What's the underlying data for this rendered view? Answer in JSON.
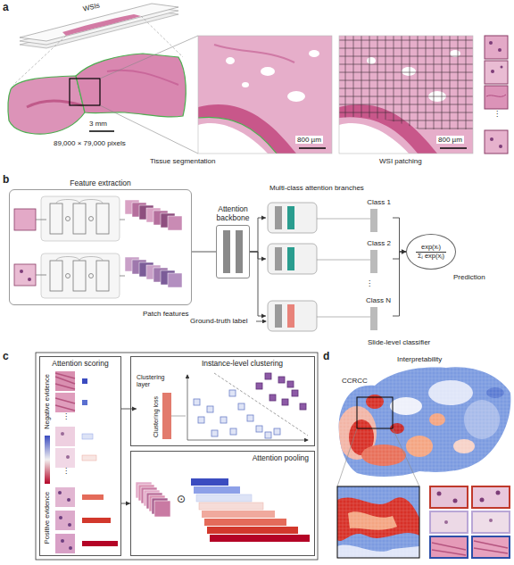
{
  "diagram": {
    "nodes": [
      {
        "text": [
          "Feature extraction"
        ]
      },
      {
        "text": [
          "Attention backbone"
        ]
      },
      {
        "text": [
          "Class 1"
        ]
      },
      {
        "text": [
          "Class 2"
        ]
      },
      {
        "text": [
          "Class N"
        ]
      },
      {
        "text": [
          "exp(xᵢ)",
          "Σⱼ exp(xⱼ)"
        ]
      },
      {
        "text": [
          "Attention scoring"
        ]
      },
      {
        "text": [
          "Instance-level clustering"
        ]
      },
      {
        "text": [
          "Clustering layer",
          "Clustering loss"
        ],
        "in": 7
      },
      {
        "text": [
          "Attention pooling"
        ]
      }
    ],
    "edges": [
      {
        "from": 0,
        "to": 1,
        "arrow": "none"
      },
      {
        "from": 1,
        "to": 2,
        "arrow": "to"
      },
      {
        "from": 1,
        "to": 3,
        "arrow": "to"
      },
      {
        "from": 1,
        "to": 4,
        "arrow": "to"
      },
      {
        "from": 2,
        "to": 5,
        "arrow": "to"
      },
      {
        "from": 3,
        "to": 5,
        "arrow": "to"
      },
      {
        "from": 4,
        "to": 5,
        "arrow": "to"
      },
      {
        "from": 6,
        "to": 8,
        "arrow": "to"
      },
      {
        "from": 6,
        "to": 9,
        "arrow": "to"
      }
    ],
    "labels": [
      "a",
      "WSIs",
      "3 mm",
      "89,000 × 79,000 pixels",
      "800 µm",
      "800 µm",
      "Tissue segmentation",
      "WSI patching",
      "⋮",
      "b",
      "Patch features",
      "Multi-class attention branches",
      "⋮",
      "Ground-truth label",
      "Prediction",
      "Slide-level classifier",
      "c",
      "Negative evidence",
      "Positive evidence",
      "⋮",
      "⋮",
      "⊙",
      "d",
      "Interpretability",
      "CCRCC"
    ]
  }
}
